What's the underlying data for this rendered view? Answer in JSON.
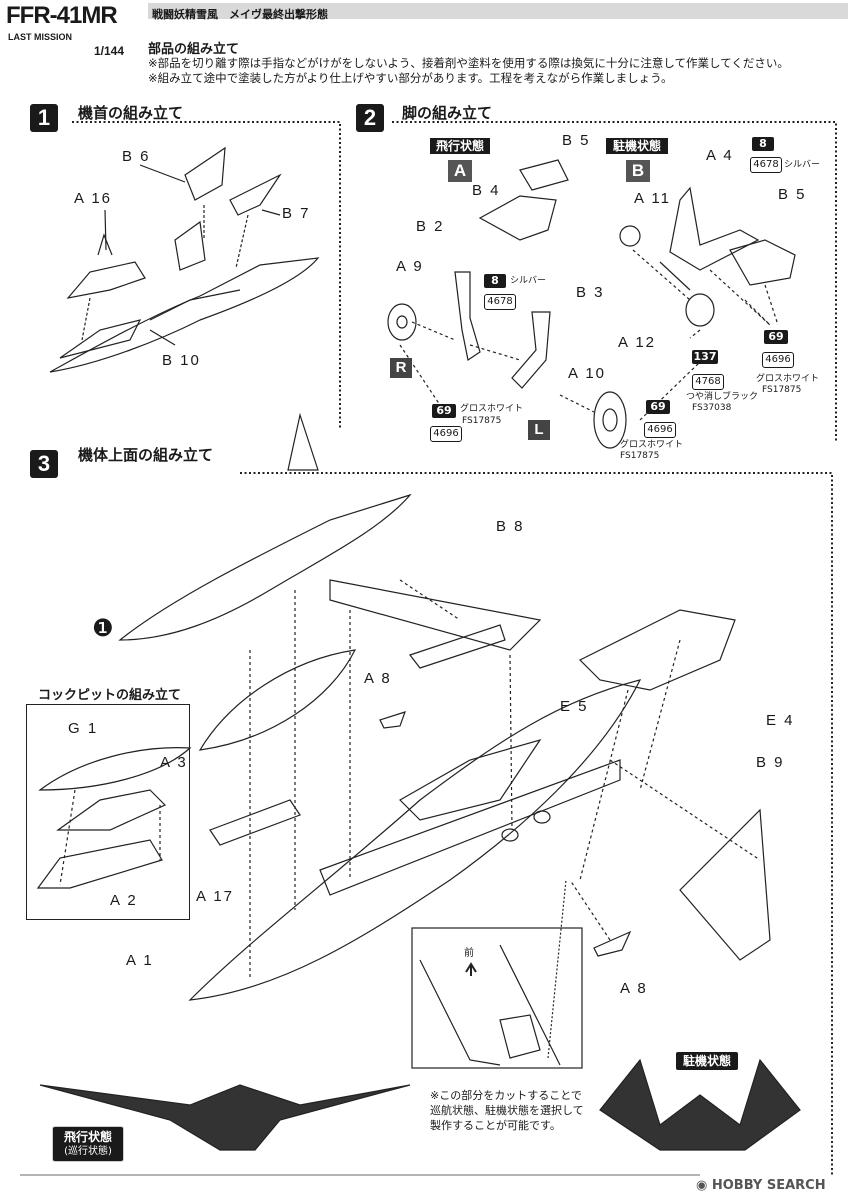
{
  "header": {
    "model": "FFR-41MR",
    "subtitle": "LAST MISSION",
    "scale": "1/144",
    "banner": "戦闘妖精雪風　メイヴ最終出撃形態",
    "section_title": "部品の組み立て",
    "notes": [
      "※部品を切り離す際は手指などがけがをしないよう、接着剤や塗料を使用する際は換気に十分に注意して作業してください。",
      "※組み立て途中で塗装した方がより仕上げやすい部分があります。工程を考えながら作業しましょう。"
    ]
  },
  "step1": {
    "num": "1",
    "title": "機首の組み立て",
    "labels": [
      "B 6",
      "A 16",
      "B 7",
      "B 10"
    ]
  },
  "step2": {
    "num": "2",
    "title": "脚の組み立て",
    "flight": {
      "tag": "飛行状態",
      "letter": "A"
    },
    "parked": {
      "tag": "駐機状態",
      "letter": "B"
    },
    "labels": [
      "B 5",
      "B 4",
      "A 4",
      "B 5",
      "A 11",
      "B 2",
      "A 9",
      "B 3",
      "A 12",
      "A 10"
    ],
    "right_marker": "R",
    "left_marker": "L",
    "paints": [
      {
        "code": "8",
        "ref": "4678",
        "name": "シルバー"
      },
      {
        "code": "8",
        "ref": "4678",
        "name": "シルバー"
      },
      {
        "code": "69",
        "ref": "4696",
        "name": "グロスホワイト",
        "fs": "FS17875"
      },
      {
        "code": "69",
        "ref": "4696",
        "name": "グロスホワイト",
        "fs": "FS17875"
      },
      {
        "code": "69",
        "ref": "4696",
        "name": "グロスホワイト",
        "fs": "FS17875"
      },
      {
        "code": "137",
        "ref": "4768",
        "name": "つや消しブラック",
        "fs": "FS37038"
      }
    ]
  },
  "step3": {
    "num": "3",
    "title": "機体上面の組み立て",
    "ref_marker": "❶",
    "cockpit_title": "コックピットの組み立て",
    "cockpit_labels": [
      "G 1",
      "A 3",
      "A 2"
    ],
    "labels": [
      "B 8",
      "A 8",
      "E 5",
      "E 4",
      "B 9",
      "A 17",
      "A 1",
      "A 8"
    ],
    "front_mark": "前",
    "cut_note": "※この部分をカットすることで巡航状態、駐機状態を選択して製作することが可能です。",
    "flight_tag": "飛行状態",
    "flight_sub": "(巡行状態)",
    "parked_tag": "駐機状態"
  },
  "footer": {
    "watermark": "HOBBY SEARCH"
  }
}
